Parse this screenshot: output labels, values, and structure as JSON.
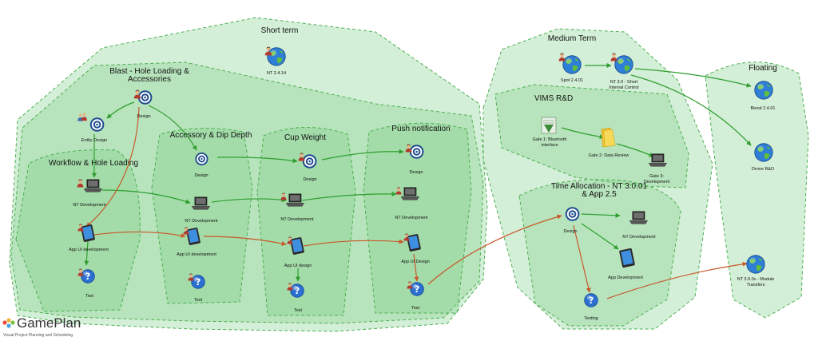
{
  "groups": {
    "short_term": "Short term",
    "blast": [
      "Blast - Hole Loading &",
      "Accessories"
    ],
    "workflow": "Workflow & Hole Loading",
    "accessory": "Accessory & Dip Depth",
    "cup_weight": "Cup Weight",
    "push": "Push notification",
    "medium_term": "Medium Term",
    "vims": "VIMS R&D",
    "time_alloc": [
      "Time Allocation - NT 3.0.01",
      "& App 2.5"
    ],
    "floating": "Floating"
  },
  "nodes": {
    "nt2414": "NT 2.4.14",
    "blast_design": "Design",
    "entity_design": "Entity Design",
    "wf_nt_dev": "NT Development",
    "wf_app_ui": "App UI development",
    "wf_test": "Test",
    "acc_design": "Design",
    "acc_nt_dev": "NT Development",
    "acc_app_ui": "App UI development",
    "acc_test": "Test",
    "cup_design": "Design",
    "cup_nt_dev": "NT Development",
    "cup_app_ui": "App UI design",
    "cup_test": "Test",
    "push_design": "Design",
    "push_nt_dev": "NT Development",
    "push_app_ui": "App UI Design",
    "push_test": "Test",
    "spot": "Spot 2.4.01",
    "nt30": [
      "NT 3.0 - Short",
      "Interval Control"
    ],
    "gate1": [
      "Gate 1: Bluetooth",
      "interface"
    ],
    "gate2": "Gate 2: Data Review",
    "gate3": [
      "Gate 3:",
      "Development"
    ],
    "ta_design": "Design",
    "ta_nt_dev": "NT Development",
    "ta_app_dev": "App Development",
    "ta_testing": "Testing",
    "blend": "Blend 2.4.01",
    "drone": "Drone R&D",
    "nt30x": [
      "NT 3.0.0x - Module",
      "Transfers"
    ]
  },
  "logo": {
    "name": "GamePlan",
    "tagline": "Visual Project Planning and Scheduling"
  },
  "colors": {
    "group_fill": "#78cd82",
    "group_stroke": "#4caf50",
    "edge_green": "#2e9e2e",
    "edge_orange": "#c9582a"
  }
}
